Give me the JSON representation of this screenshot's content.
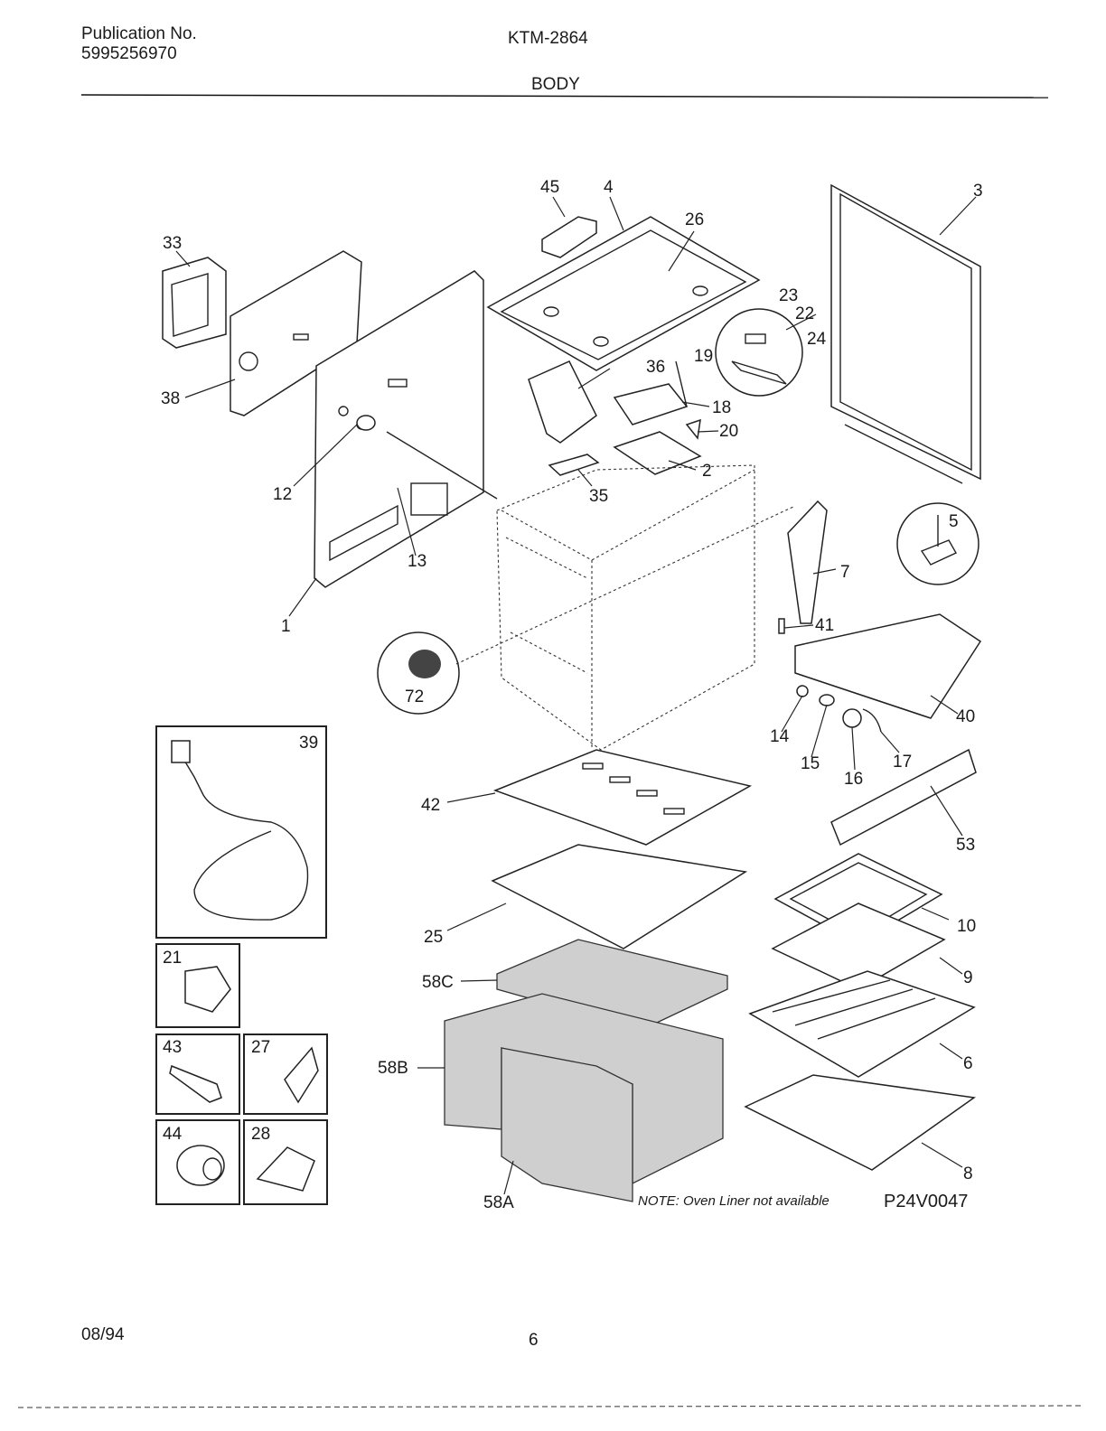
{
  "header": {
    "pub_label": "Publication No.",
    "pub_number": "5995256970",
    "model": "KTM-2864",
    "section": "BODY"
  },
  "labels": {
    "l45": "45",
    "l4": "4",
    "l3": "3",
    "l26": "26",
    "l33": "33",
    "l23": "23",
    "l22": "22",
    "l24": "24",
    "l19": "19",
    "l36": "36",
    "l18": "18",
    "l20": "20",
    "l38": "38",
    "l2": "2",
    "l12": "12",
    "l35": "35",
    "l5": "5",
    "l13": "13",
    "l7": "7",
    "l1": "1",
    "l41": "41",
    "l72": "72",
    "l40": "40",
    "l14": "14",
    "l17": "17",
    "l15": "15",
    "l16": "16",
    "l39": "39",
    "l42": "42",
    "l53": "53",
    "l10": "10",
    "l25": "25",
    "l9": "9",
    "l21": "21",
    "l58c": "58C",
    "l43": "43",
    "l27": "27",
    "l58b": "58B",
    "l6": "6",
    "l44": "44",
    "l28": "28",
    "l8": "8",
    "l58a": "58A"
  },
  "footer": {
    "note": "NOTE: Oven Liner not available",
    "code": "P24V0047",
    "date": "08/94",
    "page": "6"
  }
}
